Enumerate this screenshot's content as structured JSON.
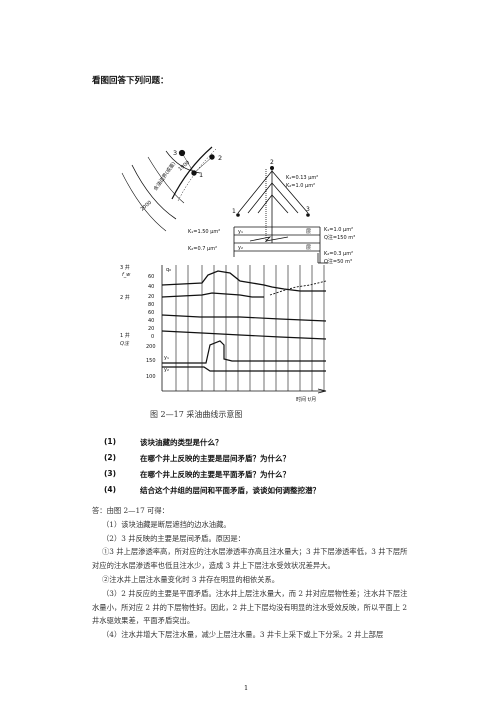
{
  "heading": "看图回答下列问题：",
  "figure": {
    "map": {
      "well_labels": [
        "3",
        "2",
        "1"
      ],
      "contour_labels": [
        "1900",
        "2000"
      ],
      "region_label": "含油边界(或鉴)"
    },
    "section": {
      "top_labels": [
        "2",
        "1",
        "3"
      ],
      "perm_upper_right": [
        "K₁=0.13 μm²",
        "K₂=1.0 μm²"
      ],
      "perm_left": [
        "K₁=1.50 μm²",
        "K₂=0.7 μm²"
      ],
      "perm_right_mid": [
        "K₁=1.0 μm²",
        "Q注=150 m³"
      ],
      "perm_right_low": [
        "K₂=0.3 μm²",
        "Q注=50 m³"
      ],
      "layer_labels": [
        "y₁",
        "y₂",
        "层",
        "层"
      ]
    },
    "curves": {
      "axis_labels": [
        "3 井",
        "f_w",
        "2 井",
        "1 井",
        "Q注"
      ],
      "ticks": [
        "60",
        "40",
        "20",
        "80",
        "60",
        "40",
        "20",
        "0",
        "200",
        "150",
        "100"
      ],
      "mid_labels": [
        "q₀"
      ],
      "injection_labels": [
        "y₁",
        "y₂"
      ],
      "x_label": "时间 t/月"
    }
  },
  "caption": "图 2—17     采油曲线示意图",
  "questions": [
    {
      "num": "(1)",
      "text": "该块油藏的类型是什么？"
    },
    {
      "num": "(2)",
      "text": "在哪个井上反映的主要是层间矛盾？为什么？"
    },
    {
      "num": "(3)",
      "text": "在哪个井上反映的主要是平面矛盾？为什么？"
    },
    {
      "num": "(4)",
      "text": "结合这个井组的层间和平面矛盾，谈谈如何调整挖潜？"
    }
  ],
  "answer": [
    "答：由图 2—17 可得：",
    "（1）该块油藏是断层遮挡的边水油藏。",
    "（2）3 井反映的主要是层间矛盾。原因是：",
    "①3 井上层渗透率高，所对应的注水层渗透率亦高且注水量大；3 井下层渗透率低，3 井下层所对应的注水层渗透率也低且注水少，造成 3 井上下层注水受效状况差异大。",
    "②注水井上层注水量变化时 3 井存在明显的相依关系。",
    "（3）2 井反应的主要是平面矛盾。注水井上层注水量大，而 2 井对应层物性差；注水井下层注水量小，所对应 2 井的下层物性好。因此，2 井上下层均没有明显的注水受效反映，所以平面上 2 井水驱效果差，平面矛盾突出。",
    "（4）注水井增大下层注水量，减少上层注水量。3 井卡上采下或上下分采。2 井上部层"
  ],
  "page_number": "1"
}
